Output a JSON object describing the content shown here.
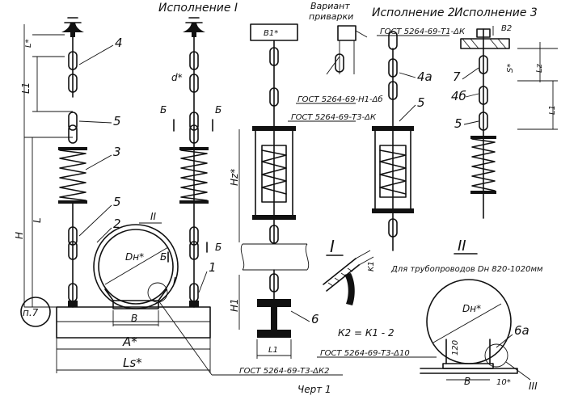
{
  "titles": {
    "variant1": "Исполнение I",
    "variant2": "Исполнение 2",
    "variant3": "Исполнение 3",
    "weld_variant_line1": "Вариант",
    "weld_variant_line2": "приварки",
    "detail_I": "I",
    "detail_II": "II",
    "detail_II_note": "Для трубопроводов Dн 820-1020мм",
    "caption": "Черт 1"
  },
  "standards": {
    "gost_t1": "ГОСТ 5264-69-Т1-ΔК",
    "gost_n1": "ГОСТ 5264-69-Н1-Δб",
    "gost_t3_k": "ГОСТ 5264-69-Т3-ΔК",
    "gost_t3_10": "ГОСТ 5264-69-Т3-Δ10",
    "gost_t3_k2": "ГОСТ 5264-69-Т3-ΔК2",
    "formula": "К2 = К1 - 2"
  },
  "parts": {
    "p2": "2",
    "p3": "3",
    "p4": "4",
    "p4a": "4а",
    "p4b": "4б",
    "p5": "5",
    "p6": "6",
    "p6a": "6а",
    "p7": "7",
    "p1": "1",
    "p7ref": "п.7",
    "roman_II_main": "II",
    "roman_I_main": "I",
    "roman_III": "III"
  },
  "dimensions": {
    "L1": "L1",
    "L": "L",
    "H": "H",
    "Ls": "Ls*",
    "Astar": "A*",
    "B": "B",
    "Dn": "Dн*",
    "dstar": "d*",
    "Hz": "Hz*",
    "H1": "H1",
    "L1b": "L1",
    "Lt": "L1",
    "B1": "B1*",
    "B2": "B2",
    "Lz": "Lz",
    "Sstar": "S*",
    "K1": "K1",
    "d120": "120",
    "d10": "10*",
    "section_b": "Б",
    "lstar": "L*"
  }
}
